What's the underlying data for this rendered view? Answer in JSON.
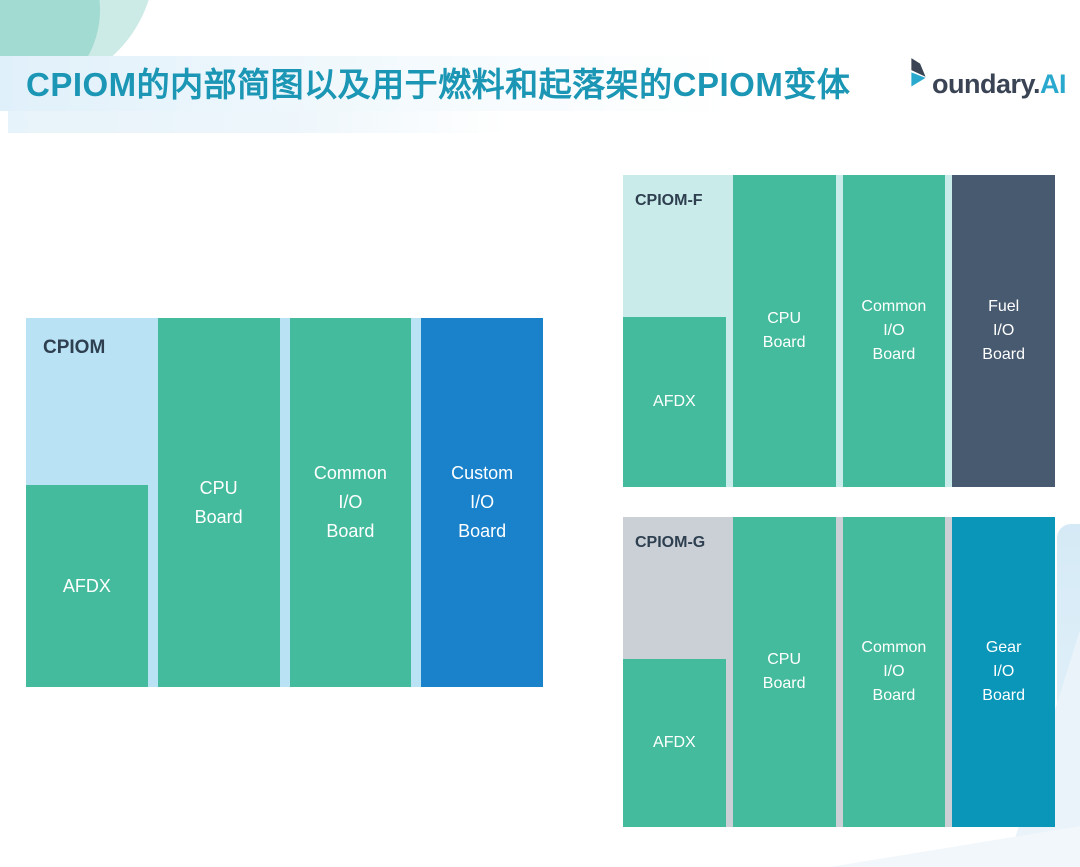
{
  "header": {
    "title": "CPIOM的内部简图以及用于燃料和起落架的CPIOM变体",
    "logo": {
      "name": "oundary",
      "dot": ".",
      "suffix": "AI"
    }
  },
  "palette": {
    "title_teal": "#1b96b4",
    "board_green": "#44bb9c",
    "custom_board_blue": "#1982cb",
    "fuel_board_slate": "#475a70",
    "gear_board_teal": "#0996b8",
    "cpiom_container_blue": "#b9e2f5",
    "cpiom_f_container_mint": "#c9ebe9",
    "cpiom_g_container_gray": "#cbd0d6",
    "diagram_label_dark": "#2e3f50",
    "board_text_white": "#ffffff",
    "logo_dark": "#3a4454",
    "logo_teal": "#2aa9cf"
  },
  "diagrams": [
    {
      "label": "CPIOM",
      "container_color": "#b9e2f5",
      "afdx": {
        "label": "AFDX",
        "color": "#44bb9c"
      },
      "boards": [
        {
          "lines": [
            "CPU",
            "Board"
          ],
          "color": "#44bb9c"
        },
        {
          "lines": [
            "Common",
            "I/O",
            "Board"
          ],
          "color": "#44bb9c"
        },
        {
          "lines": [
            "Custom",
            "I/O",
            "Board"
          ],
          "color": "#1982cb"
        }
      ]
    },
    {
      "label": "CPIOM-F",
      "container_color": "#c9ebe9",
      "afdx": {
        "label": "AFDX",
        "color": "#44bb9c"
      },
      "boards": [
        {
          "lines": [
            "CPU",
            "Board"
          ],
          "color": "#44bb9c"
        },
        {
          "lines": [
            "Common",
            "I/O",
            "Board"
          ],
          "color": "#44bb9c"
        },
        {
          "lines": [
            "Fuel",
            "I/O",
            "Board"
          ],
          "color": "#475a70"
        }
      ]
    },
    {
      "label": "CPIOM-G",
      "container_color": "#cbd0d6",
      "afdx": {
        "label": "AFDX",
        "color": "#44bb9c"
      },
      "boards": [
        {
          "lines": [
            "CPU",
            "Board"
          ],
          "color": "#44bb9c"
        },
        {
          "lines": [
            "Common",
            "I/O",
            "Board"
          ],
          "color": "#44bb9c"
        },
        {
          "lines": [
            "Gear",
            "I/O",
            "Board"
          ],
          "color": "#0996b8"
        }
      ]
    }
  ]
}
